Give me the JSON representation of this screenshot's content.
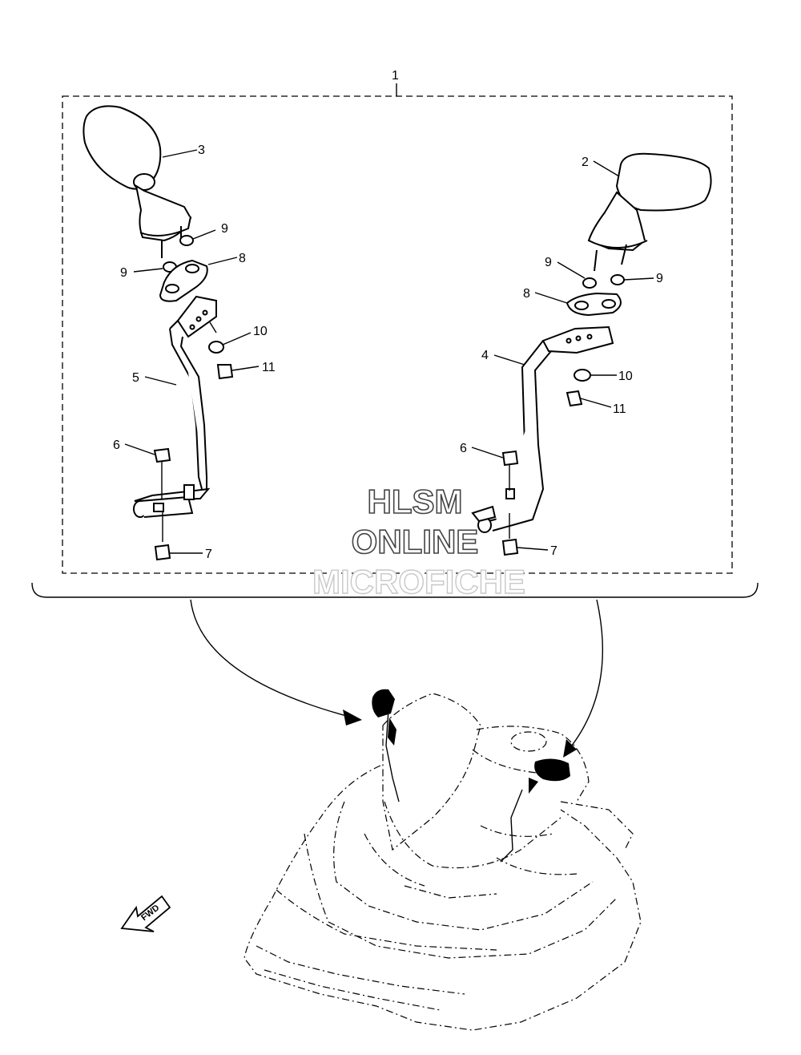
{
  "diagram": {
    "callouts": [
      "1",
      "2",
      "3",
      "4",
      "5",
      "6",
      "7",
      "8",
      "9",
      "10",
      "11"
    ],
    "watermark": {
      "line1": "HLSM",
      "line2": "ONLINE",
      "line3": "MICROFICHE"
    },
    "fwd_label": "FWD"
  }
}
